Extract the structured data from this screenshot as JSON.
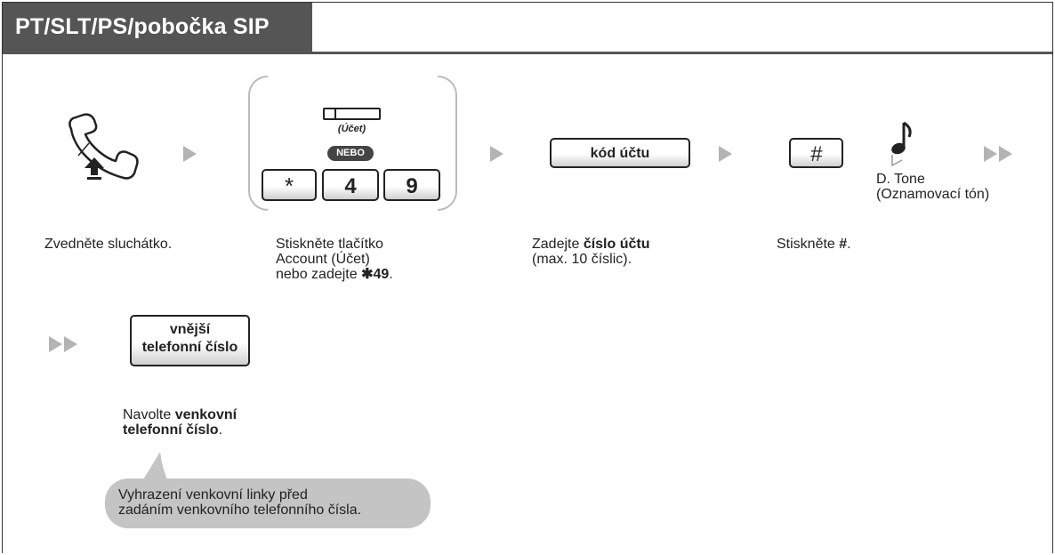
{
  "title": "PT/SLT/PS/pobočka SIP",
  "step1": {
    "caption": "Zvedněte sluchátko."
  },
  "step2": {
    "account_button_label": "(Účet)",
    "or_label": "NEBO",
    "keys": [
      "*",
      "4",
      "9"
    ],
    "caption_line1": "Stiskněte tlačítko",
    "caption_line2": "Account (Účet)",
    "caption_line3_prefix": "nebo zadejte ",
    "caption_line3_code": "✱49",
    "caption_line3_suffix": "."
  },
  "step3": {
    "key_label": "kód účtu",
    "caption_prefix": "Zadejte ",
    "caption_bold": "číslo účtu",
    "caption_line2": "(max. 10 číslic)."
  },
  "step4": {
    "key_label": "#",
    "caption_prefix": "Stiskněte ",
    "caption_bold": "#",
    "caption_suffix": ".",
    "tone_line1": "D. Tone",
    "tone_line2": "(Oznamovací tón)"
  },
  "step5": {
    "key_line1": "vnější",
    "key_line2": "telefonní číslo",
    "caption_prefix": "Navolte ",
    "caption_bold1": "venkovní",
    "caption_bold2": "telefonní číslo",
    "caption_suffix": "."
  },
  "note": {
    "line1": "Vyhrazení venkovní linky před",
    "line2": "zadáním venkovního telefonního čísla."
  },
  "icons": [
    "handset-offhook-icon",
    "arrow-right-icon",
    "double-arrow-right-icon",
    "music-note-icon"
  ],
  "colors": {
    "title_bg": "#555555",
    "arrow": "#b3b3b3",
    "bubble": "#c4c4c4"
  }
}
